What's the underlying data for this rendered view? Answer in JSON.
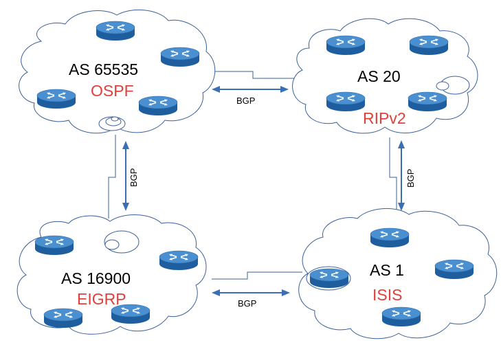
{
  "colors": {
    "cloud_stroke": "#3a5f9a",
    "router_top": "#4a90d0",
    "router_side": "#1f5e9e",
    "arrow": "#3a6fb5",
    "protocol_text": "#e0403a"
  },
  "autonomous_systems": [
    {
      "name": "AS 65535",
      "protocol": "OSPF"
    },
    {
      "name": "AS 20",
      "protocol": "RIPv2"
    },
    {
      "name": "AS 16900",
      "protocol": "EIGRP"
    },
    {
      "name": "AS 1",
      "protocol": "ISIS"
    }
  ],
  "links": [
    {
      "label": "BGP",
      "between": [
        "AS 65535",
        "AS 20"
      ]
    },
    {
      "label": "BGP",
      "between": [
        "AS 65535",
        "AS 16900"
      ]
    },
    {
      "label": "BGP",
      "between": [
        "AS 20",
        "AS 1"
      ]
    },
    {
      "label": "BGP",
      "between": [
        "AS 16900",
        "AS 1"
      ]
    }
  ],
  "router_icon": "router-icon"
}
